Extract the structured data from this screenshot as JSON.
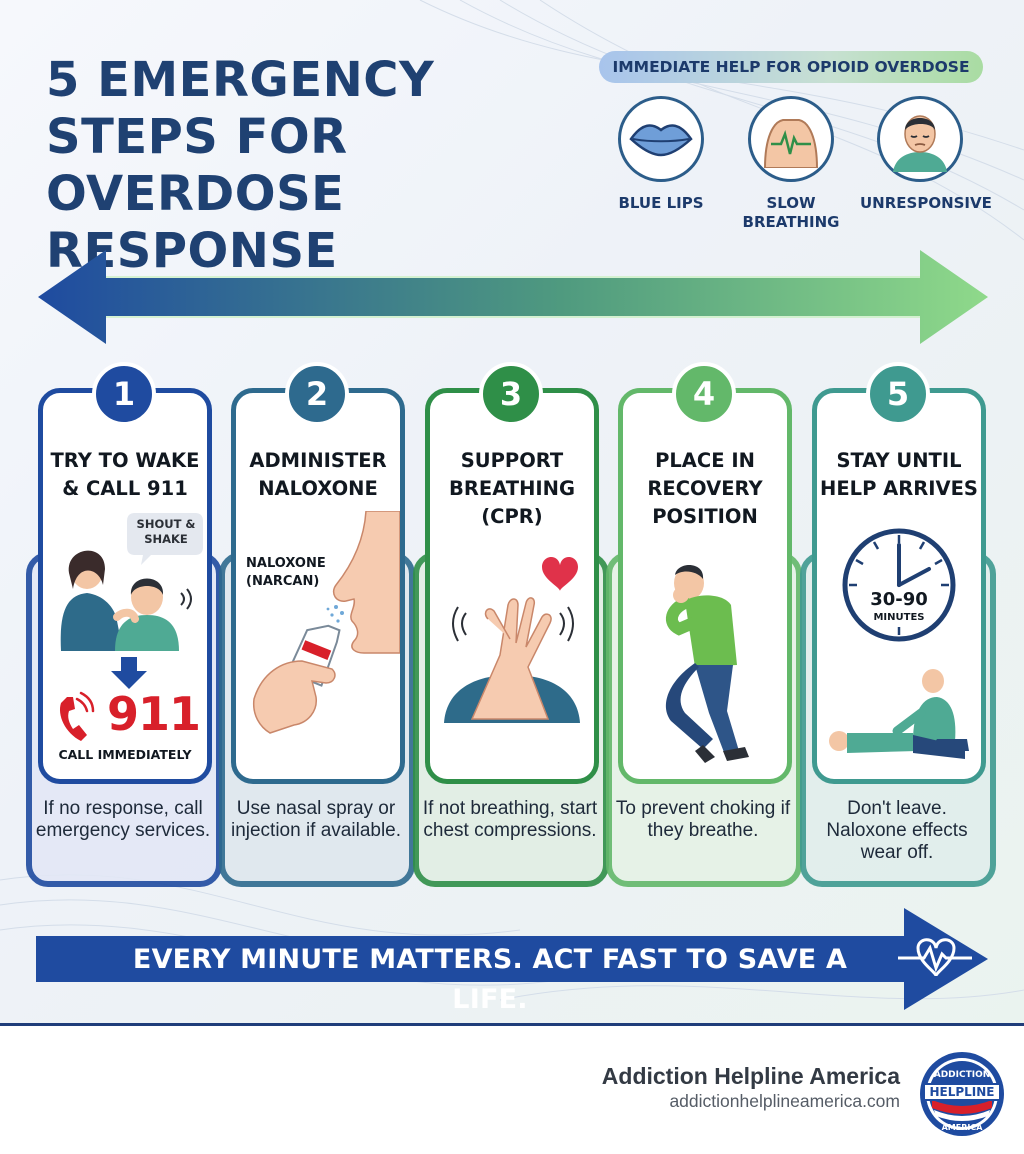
{
  "title_lines": [
    "5 EMERGENCY",
    "STEPS FOR",
    "OVERDOSE RESPONSE"
  ],
  "header_pill": "IMMEDIATE HELP FOR OPIOID OVERDOSE",
  "symptoms": [
    {
      "label": "BLUE LIPS",
      "icon": "lips-icon"
    },
    {
      "label": "SLOW BREATHING",
      "icon": "torso-ecg-icon"
    },
    {
      "label": "UNRESPONSIVE",
      "icon": "unconscious-face-icon"
    }
  ],
  "steps": [
    {
      "number": "1",
      "title": "TRY TO WAKE & CALL 911",
      "bubble": "SHOUT & SHAKE",
      "call_number": "911",
      "call_label": "CALL IMMEDIATELY",
      "description": "If no response, call emergency services.",
      "color": "#1f4ba0"
    },
    {
      "number": "2",
      "title": "ADMINISTER NALOXONE",
      "product_label": "NALOXONE (NARCAN)",
      "description": "Use nasal spray or injection if available.",
      "color": "#2e6a8e"
    },
    {
      "number": "3",
      "title": "SUPPORT BREATHING (CPR)",
      "description": "If not breathing, start chest compressions.",
      "color": "#2f8f48"
    },
    {
      "number": "4",
      "title": "PLACE IN RECOVERY POSITION",
      "description": "To prevent choking if they breathe.",
      "color": "#63b86a"
    },
    {
      "number": "5",
      "title": "STAY UNTIL HELP ARRIVES",
      "timer_value": "30-90",
      "timer_unit": "MINUTES",
      "description": "Don't leave. Naloxone effects wear off.",
      "color": "#3f9a90"
    }
  ],
  "banner": "EVERY MINUTE MATTERS. ACT FAST TO SAVE A LIFE.",
  "footer": {
    "org_name": "Addiction Helpline America",
    "org_url": "addictionhelplineamerica.com",
    "seal_lines": [
      "ADDICTION",
      "HELPLINE",
      "AMERICA"
    ]
  },
  "colors": {
    "navy": "#1f4172",
    "banner_blue": "#1f4ba0",
    "alert_red": "#d8202a",
    "arrow_green": "#7fd07a"
  }
}
